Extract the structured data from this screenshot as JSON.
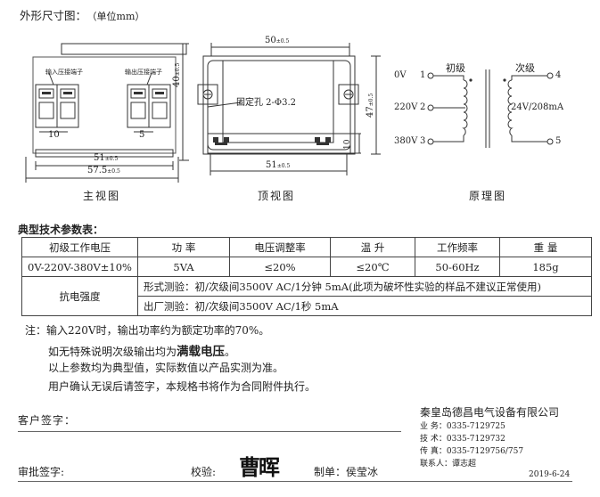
{
  "header": {
    "title": "外形尺寸图：",
    "unit": "（单位mm）"
  },
  "front_view": {
    "label_in": "输入压接端子",
    "label_out": "输出压接端子",
    "dim_height": "40",
    "dim_height_tol": "±0.5",
    "dim_10": "10",
    "dim_5": "5",
    "dim_51": "51",
    "dim_51_tol": "±0.5",
    "dim_57": "57.5",
    "dim_57_tol": "±0.5",
    "caption": "主视图"
  },
  "top_view": {
    "dim_50": "50",
    "dim_50_tol": "±0.5",
    "hole": "固定孔 2-Φ3.2",
    "dim_47": "47",
    "dim_47_tol": "±0.5",
    "dim_10": "10",
    "dim_51": "51",
    "dim_51_tol": "±0.5",
    "caption": "顶视图"
  },
  "schematic": {
    "primary": "初级",
    "secondary": "次级",
    "v0": "0V",
    "v220": "220V",
    "v380": "380V",
    "p1": "1",
    "p2": "2",
    "p3": "3",
    "p4": "4",
    "p5": "5",
    "out": "24V/208mA",
    "caption": "原理图"
  },
  "params": {
    "title": "典型技术参数表：",
    "headers": [
      "初级工作电压",
      "功 率",
      "电压调整率",
      "温 升",
      "工作频率",
      "重 量"
    ],
    "values": [
      "0V-220V-380V±10%",
      "5VA",
      "≤20%",
      "≤20℃",
      "50-60Hz",
      "185g"
    ],
    "strength_label": "抗电强度",
    "type_test": "形式测验：初/次级间3500V AC/1分钟 5mA(此项为破坏性实验的样品不建议正常使用)",
    "factory_test": "出厂测验：初/次级间3500V AC/1秒 5mA"
  },
  "notes": {
    "n1": "注：输入220V时，输出功率约为额定功率的70%。",
    "n2a": "如无特殊说明次级输出均为",
    "n2b": "满载电压",
    "n2c": "。",
    "n3": "以上参数均为典型值，实际数值以产品实测为准。",
    "n4": "用户确认无误后请签字，本规格书将作为合同附件执行。"
  },
  "footer": {
    "customer_sign": "客户签字：",
    "company": "秦皇岛德昌电气设备有限公司",
    "business": "业  务：0335-7129725",
    "tech": "技  术：0335-7129732",
    "fax": "传  真：0335-7129756/757",
    "contact": "联系人：谭志超",
    "approve": "审批签字:",
    "check": "校验:",
    "signature": "曹晖",
    "make": "制单：侯莹冰",
    "date": "2019-6-24"
  }
}
